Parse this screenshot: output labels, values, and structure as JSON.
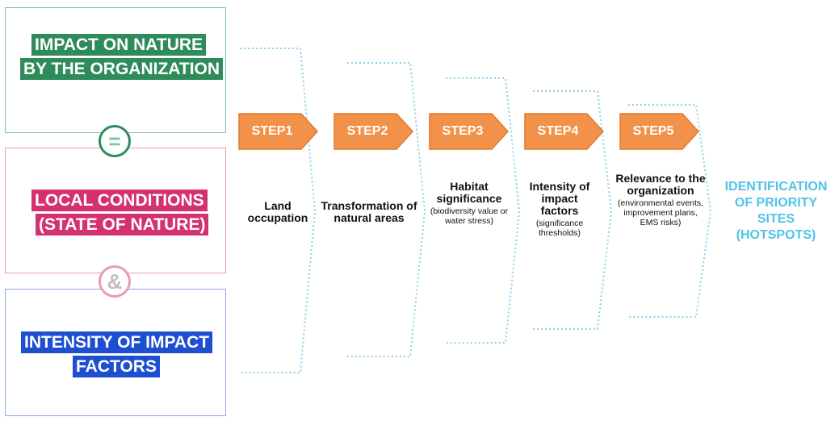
{
  "left_panel": {
    "box1": {
      "lines": [
        "IMPACT ON NATURE",
        "BY THE ORGANIZATION"
      ],
      "color": "#2e8b5a"
    },
    "operator1": "=",
    "box2": {
      "lines": [
        "LOCAL CONDITIONS",
        "(STATE OF NATURE)"
      ],
      "color": "#d4326e"
    },
    "operator2": "&",
    "box3": {
      "lines": [
        "INTENSITY OF IMPACT",
        "FACTORS"
      ],
      "color": "#1f4fd1"
    }
  },
  "steps": [
    {
      "label": "STEP1",
      "title": "Land occupation",
      "detail": ""
    },
    {
      "label": "STEP2",
      "title": "Transformation of natural areas",
      "detail": ""
    },
    {
      "label": "STEP3",
      "title": "Habitat significance",
      "detail": "(biodiversity value or water stress)"
    },
    {
      "label": "STEP4",
      "title": "Intensity of impact factors",
      "detail": "(significance thresholds)"
    },
    {
      "label": "STEP5",
      "title": "Relevance to the organization",
      "detail": "(environmental events, improvement plans, EMS risks)"
    }
  ],
  "result": {
    "lines": [
      "IDENTIFICATION",
      "OF PRIORITY",
      "SITES",
      "(HOTSPOTS)"
    ]
  },
  "colors": {
    "step_fill": "#f2924a",
    "step_stroke": "#e07a2e",
    "funnel_dots": "#8fd0ea",
    "result_text": "#4fc3e8"
  }
}
